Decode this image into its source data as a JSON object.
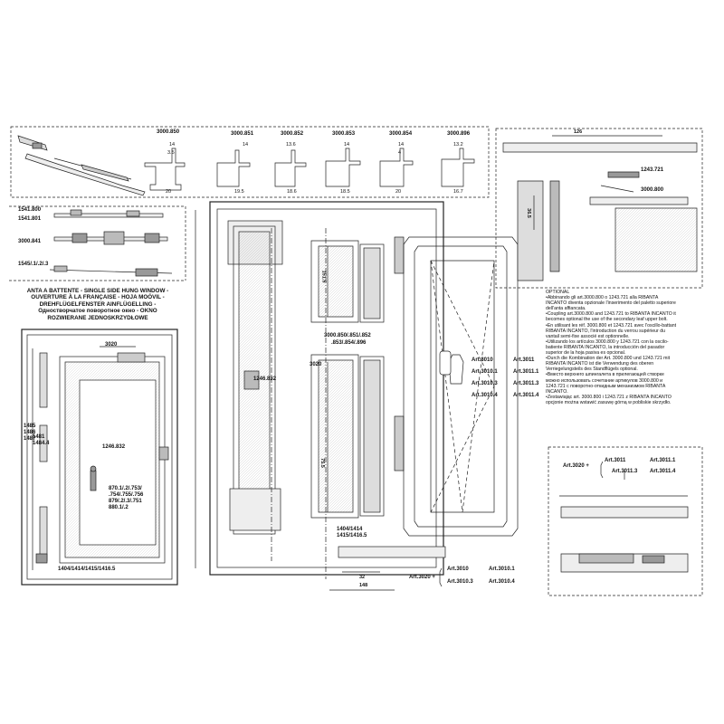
{
  "profiles": {
    "codes": [
      "3000.850",
      "3000.851",
      "3000.852",
      "3000.853",
      "3000.854",
      "3000.896"
    ],
    "top_dims": [
      [
        "14",
        "3.5"
      ],
      [
        "14"
      ],
      [
        "13.6"
      ],
      [
        "14"
      ],
      [
        "14",
        "4"
      ],
      [
        "13.2"
      ]
    ],
    "bottom_dims": [
      "20",
      "19.5",
      "18.6",
      "18.5",
      "20",
      "16.7"
    ]
  },
  "left_parts": {
    "p1": "1541.800",
    "p2": "1541.801",
    "p3": "3000.841",
    "p4": "1545/.1/.2/.3"
  },
  "title_lines": [
    "ANTA A BATTENTE -  SINGLE SIDE HUNG WINDOW -",
    "OUVERTURE À LA FRANÇAISE - HOJA MOÓVIL -",
    "DREHFLÜGELFENSTER AINFLÜGELLING -",
    "Одностворчатое поворотное окно - OKNO",
    "ROZWIERANE JEDNOSKRZYDŁOWE"
  ],
  "small_window": {
    "l3020": "3020",
    "l1485": "1485",
    "l1486": "1486",
    "l1487": "1487",
    "l1481": "1481",
    "l1484": "1484.4",
    "l1246": "1246.832",
    "codes870": [
      "870.1/.2/.753/",
      ".754/.755/.756",
      "879/.2/.3/.751",
      "880.1/.2"
    ],
    "bottom": "1404/1414/1415/1416.5"
  },
  "main": {
    "dim_vertical": "151.5",
    "dim_vertical2": "75.5",
    "l3020": "3020",
    "l1246": "1246.832",
    "profile_codes": [
      "3000.850/.851/.852",
      ".853/.854/.896"
    ],
    "bottom_codes": [
      "1404/1414",
      "1415/1416.5"
    ],
    "dim32": "32",
    "dim148": "148",
    "art3020": "Art.3020 +",
    "art3010": "Art.3010",
    "art3010_1": "Art.3010.1",
    "art3010_3": "Art.3010.3",
    "art3010_4": "Art.3010.4"
  },
  "sash_arts": [
    "Art.3010",
    "Art.3011",
    "Art.3010.1",
    "Art.3011.1",
    "Art.3010.3",
    "Art.3011.3",
    "Art.3010.4",
    "Art.3011.4"
  ],
  "right_top": {
    "dim126": "126",
    "l1243": "1243.721",
    "l3000": "3000.800",
    "dim_v": "36.5"
  },
  "optional": {
    "heading": "OPTIONAL",
    "paragraphs": [
      "•Abbinando gli art.3000.800 o 1243.721 alla RIBANTA INCANTO diventa opzionale l'inserimento del paletto superiore dell'anta affiancata.",
      "•Coupling art.3000.800 and 1243.721 to RIBANTA INCANTO it becomes optional the use of the secondary leaf upper bolt.",
      "•En utilisant les réf. 3000.800 et 1243.721 avec l'oscillo-battant RIBANTA INCANTO, l'introduction du verrou supérieur du vantail semi-fixe associé est optionnelle.",
      "•Utilizando los artículos 3000.800 y 1243.721 con la oscilo-batiente RIBANTA INCANTO, la introducción del pasador superior de la hoja pasiva es opcional.",
      "•Durch die Kombination der Art. 3000.800 und 1243.721 mit RIBANTA INCANTO ist die Verwendung des oberen Verriegelungsteils des Standflügels optional.",
      "•Вместо верхнего шпингалета в прилегающей створке можно использовать сочетание артикулов 3000.800 и 1243.721 с поворотно-откидным механизмом RIBANTA INCANTO.",
      "•Zestawiając art. 3000.800 i 1243.721 z RIBANTA INCANTO opcjonie można wstawić zasuwę górną w pobliskie skrzydło."
    ]
  },
  "detail_br": {
    "art3020": "Art.3020 +",
    "a3011": "Art.3011",
    "a3011_1": "Art.3011.1",
    "a3011_3": "Art.3011.3",
    "a3011_4": "Art.3011.4"
  }
}
